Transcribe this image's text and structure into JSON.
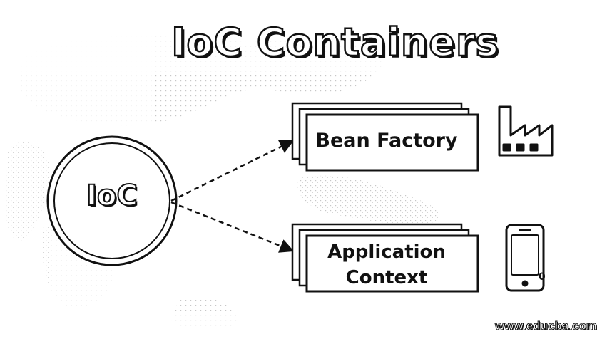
{
  "title": "IoC Containers",
  "center_node": {
    "label": "IoC"
  },
  "containers": [
    {
      "label": "Bean Factory",
      "icon": "factory-icon"
    },
    {
      "label_line1": "Application",
      "label_line2": "Context",
      "icon": "mobile-phone-icon"
    }
  ],
  "watermark": "www.educba.com",
  "colors": {
    "ink": "#111111",
    "background": "#ffffff",
    "speckle": "#bdbdbd"
  }
}
